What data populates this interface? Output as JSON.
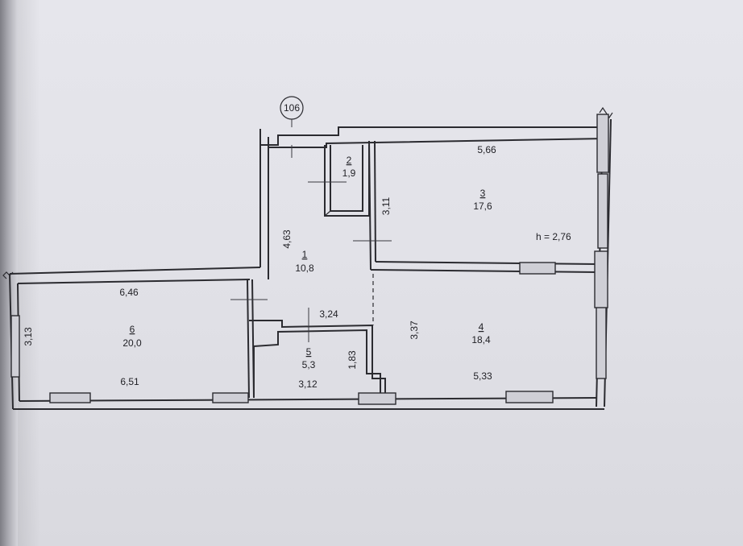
{
  "plan": {
    "apartment_no": "106",
    "ceiling_height": "h = 2,76",
    "rooms": [
      {
        "no": "1",
        "area": "10,8"
      },
      {
        "no": "2",
        "area": "1,9"
      },
      {
        "no": "3",
        "area": "17,6"
      },
      {
        "no": "4",
        "area": "18,4"
      },
      {
        "no": "5",
        "area": "5,3"
      },
      {
        "no": "6",
        "area": "20,0"
      }
    ],
    "dimensions": {
      "room3_top": "5,66",
      "room3_side": "3,11",
      "room1_side": "4,63",
      "room6_top": "6,46",
      "room6_side": "3,13",
      "room6_bottom": "6,51",
      "room5_top": "3,24",
      "room5_side": "1,83",
      "room5_bottom": "3,12",
      "room4_side": "3,37",
      "room4_bottom": "5,33"
    }
  }
}
